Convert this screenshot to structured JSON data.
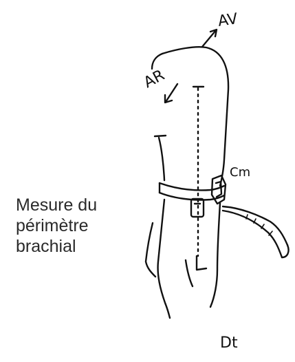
{
  "caption": {
    "line1": "Mesure du",
    "line2": "périmètre",
    "line3": "brachial"
  },
  "labels": {
    "anterior": "AV",
    "posterior": "AR",
    "unit": "Cm",
    "side": "Dt"
  },
  "colors": {
    "ink": "#111111",
    "caption_text": "#2a2a2a",
    "background": "#ffffff"
  }
}
